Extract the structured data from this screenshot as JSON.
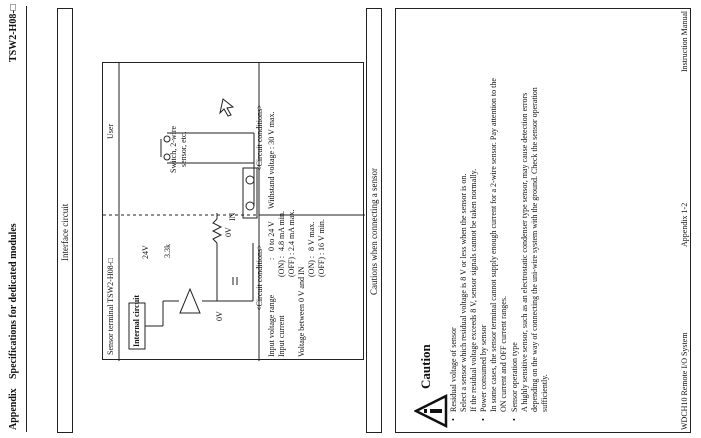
{
  "header": {
    "appendix_label": "Appendix",
    "title": "Specifications for dedicated modules",
    "model": "TSW2-H08-□"
  },
  "footer": {
    "system": "WDCH10 Remote I/O System",
    "page": "Appendix 1-2",
    "manual": "Instruction Manual"
  },
  "interface_section": {
    "heading": "Interface circuit",
    "left_col_title": "Sensor terminal TSW2-H08-□",
    "right_col_title": "User",
    "internal_circuit_label": "Internal circuit",
    "voltage_24": "24V",
    "resistor": "3.3k",
    "in_label": "IN",
    "zero_v_right": "0V",
    "zero_v_left": "0V",
    "switch_label_1": "Switch, 2-wire",
    "switch_label_2": "sensor, etc.",
    "circuit_conditions_left": "<Circuit conditions>",
    "circuit_conditions_right": "<Circuit conditions>",
    "specs": [
      {
        "label": "Input voltage range",
        "cond": ":",
        "value": "0 to 24 V"
      },
      {
        "label": "Input current",
        "cond": "(ON) :",
        "value": "4.8 mA min."
      },
      {
        "label": "",
        "cond": "(OFF) :",
        "value": "2.4 mA max."
      },
      {
        "label": "Voltage between 0 V and IN",
        "cond": "",
        "value": ""
      },
      {
        "label": "",
        "cond": "(ON) :",
        "value": "8 V max."
      },
      {
        "label": "",
        "cond": "(OFF) :",
        "value": "16 V min."
      }
    ],
    "withstand_label": "Withstand voltage",
    "withstand_value": ":    30 V max."
  },
  "cautions_section": {
    "heading": "Cautions when connecting a sensor",
    "caution_title": "Caution",
    "items": [
      {
        "title": "Residual voltage of sensor",
        "lines": [
          "Select a sensor which residual voltage is 8 V or less when the sensor is on.",
          "If the residual voltage exceeds 8 V, sensor signals cannot be taken normally."
        ]
      },
      {
        "title": "Power consumed by sensor",
        "lines": [
          "In some cases, the sensor terminal cannot supply enough current for a 2-wire sensor.   Pay attention to the",
          "ON current and OFF current ranges."
        ]
      },
      {
        "title": "Sensor operation type",
        "lines": [
          "A highly sensitive sensor, such as an electrostatic condenser type sensor, may cause detection errors",
          "depending on the way of connecting the uni-wire system with the ground.   Check the sensor operation",
          "sufficiently."
        ]
      }
    ]
  },
  "colors": {
    "ink": "#111111",
    "rule": "#222222"
  }
}
